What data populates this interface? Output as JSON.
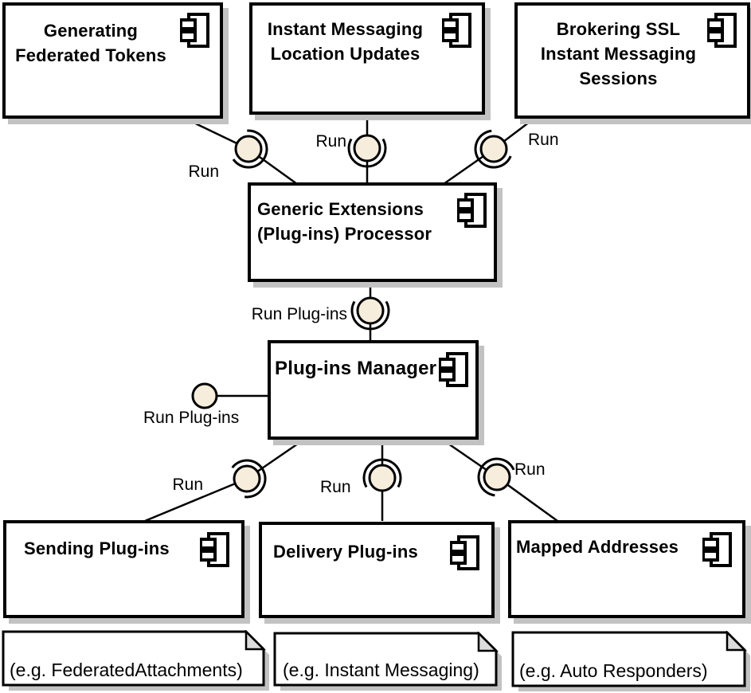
{
  "components": [
    {
      "id": "generating-federated-tokens",
      "name": "Generating\nFederated Tokens"
    },
    {
      "id": "instant-messaging-location-updates",
      "name": "Instant Messaging\nLocation Updates"
    },
    {
      "id": "brokering-ssl-sessions",
      "name": "Brokering SSL\nInstant Messaging\nSessions"
    },
    {
      "id": "generic-extensions-processor",
      "name": "Generic Extensions\n(Plug-ins) Processor"
    },
    {
      "id": "plug-ins-manager",
      "name": "Plug-ins Manager"
    },
    {
      "id": "sending-plug-ins",
      "name": "Sending Plug-ins"
    },
    {
      "id": "delivery-plug-ins",
      "name": "Delivery Plug-ins"
    },
    {
      "id": "mapped-addresses",
      "name": "Mapped Addresses"
    }
  ],
  "connectors": [
    {
      "label": "Run",
      "from": "Generating Federated Tokens",
      "to": "Generic Extensions (Plug-ins) Processor",
      "kind": "ball-and-socket"
    },
    {
      "label": "Run",
      "from": "Instant Messaging Location Updates",
      "to": "Generic Extensions (Plug-ins) Processor",
      "kind": "ball-and-socket"
    },
    {
      "label": "Run",
      "from": "Brokering SSL Instant Messaging Sessions",
      "to": "Generic Extensions (Plug-ins) Processor",
      "kind": "ball-and-socket"
    },
    {
      "label": "Run Plug-ins",
      "from": "Generic Extensions (Plug-ins) Processor",
      "to": "Plug-ins Manager",
      "kind": "ball-and-socket"
    },
    {
      "label": "Run Plug-ins",
      "from": "Plug-ins Manager",
      "to": "",
      "kind": "lollipop"
    },
    {
      "label": "Run",
      "from": "Plug-ins Manager",
      "to": "Sending Plug-ins",
      "kind": "ball-and-socket"
    },
    {
      "label": "Run",
      "from": "Plug-ins Manager",
      "to": "Delivery Plug-ins",
      "kind": "ball-and-socket"
    },
    {
      "label": "Run",
      "from": "Plug-ins Manager",
      "to": "Mapped Addresses",
      "kind": "ball-and-socket"
    }
  ],
  "notes": [
    {
      "text": "(e.g. FederatedAttachments)",
      "attached_to": "Sending Plug-ins"
    },
    {
      "text": "(e.g. Instant Messaging)",
      "attached_to": "Delivery Plug-ins"
    },
    {
      "text": "(e.g. Auto Responders)",
      "attached_to": "Mapped Addresses"
    }
  ],
  "colors": {
    "ball_fill": "#F6EDDC",
    "line": "#000000",
    "box_border": "#000000",
    "shadow": "#C2C2C2",
    "note_fold": "#DCDCDC",
    "background": "#FFFFFF"
  }
}
